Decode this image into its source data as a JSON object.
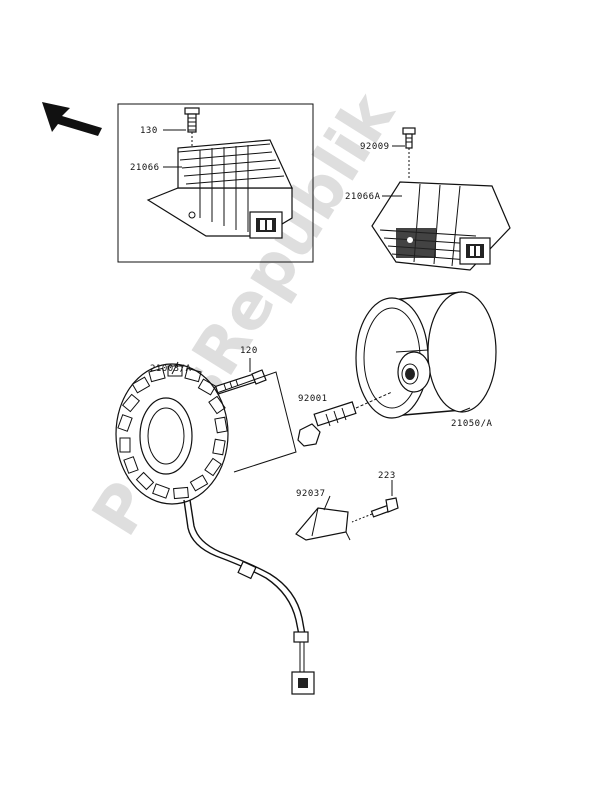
{
  "watermark": {
    "text": "PartsRepublik"
  },
  "labels": {
    "p130": "130",
    "p21066": "21066",
    "p92009": "92009",
    "p21066a": "21066A",
    "p120": "120",
    "p21003a": "21003/A",
    "p92001": "92001",
    "p21050a": "21050/A",
    "p223": "223",
    "p92037": "92037"
  },
  "icons": {
    "direction_arrow": "front-direction-arrow-icon"
  },
  "colors": {
    "ink": "#111111",
    "watermark": "#d9d9d9",
    "background": "#ffffff"
  }
}
